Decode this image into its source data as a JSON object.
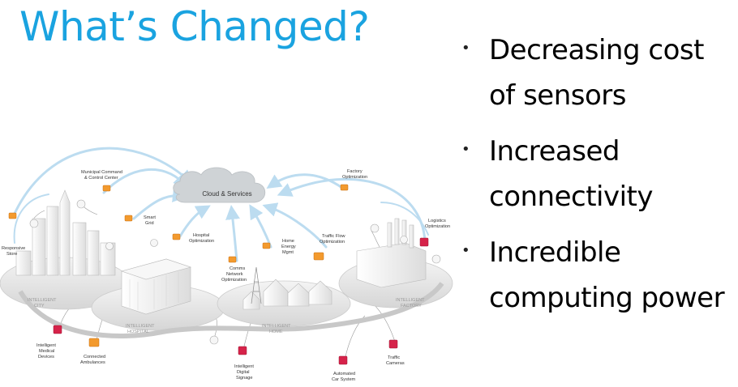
{
  "slide": {
    "title": "What’s Changed?",
    "bullets": [
      {
        "line1": "Decreasing cost",
        "line2": "of sensors"
      },
      {
        "line1": "Increased",
        "line2": "connectivity"
      },
      {
        "line1": "Incredible",
        "line2": "computing power"
      }
    ]
  },
  "diagram": {
    "cloud_label": "Cloud & Services",
    "labels": {
      "municipal_1": "Municipal Command",
      "municipal_2": "& Control Center",
      "factory_opt_1": "Factory",
      "factory_opt_2": "Optimization",
      "smart_grid_1": "Smart",
      "smart_grid_2": "Grid",
      "hospital_opt_1": "Hospital",
      "hospital_opt_2": "Optimization",
      "home_energy_1": "Home",
      "home_energy_2": "Energy",
      "home_energy_3": "Mgmt",
      "traffic_flow_1": "Traffic Flow",
      "traffic_flow_2": "Optimization",
      "logistics_1": "Logistics",
      "logistics_2": "Optimization",
      "comms_1": "Comms",
      "comms_2": "Network",
      "comms_3": "Optimization",
      "responsive_1": "Responsive",
      "responsive_2": "Store",
      "medical_1": "Intelligent",
      "medical_2": "Medical",
      "medical_3": "Devices",
      "ambulances_1": "Connected",
      "ambulances_2": "Ambulances",
      "signage_1": "Intelligent",
      "signage_2": "Digital",
      "signage_3": "Signage",
      "car_1": "Automated",
      "car_2": "Car System",
      "cameras_1": "Traffic",
      "cameras_2": "Cameras"
    },
    "zones": {
      "city_1": "INTELLIGENT",
      "city_2": "CITY",
      "hospital_1": "INTELLIGENT",
      "hospital_2": "HOSPITAL",
      "home_1": "INTELLIGENT",
      "home_2": "HOME",
      "factory_1": "INTELLIGENT",
      "factory_2": "FACTORY"
    }
  },
  "colors": {
    "title": "#1aa3e0",
    "sensor_orange": "#f39a2e",
    "device_red": "#d6234a",
    "arrow_blue": "#bcdcf0",
    "cloud_gray": "#cfd3d6"
  }
}
